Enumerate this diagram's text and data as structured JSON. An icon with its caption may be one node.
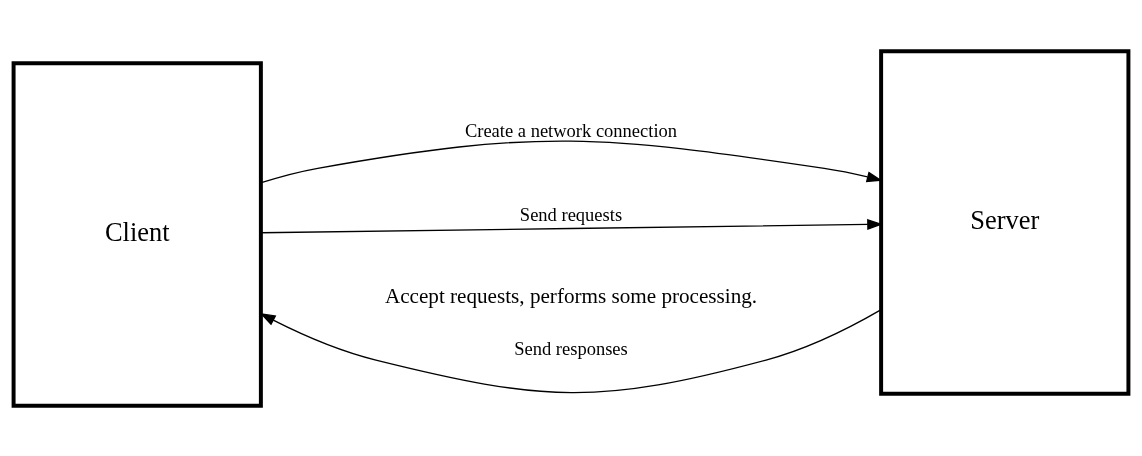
{
  "diagram": {
    "nodes": [
      {
        "text": [
          "Client"
        ]
      },
      {
        "text": [
          "Server"
        ]
      }
    ],
    "edges": [
      {
        "from": 0,
        "to": 1,
        "arrow": "to",
        "label": "Create a network connection"
      },
      {
        "from": 0,
        "to": 1,
        "arrow": "to",
        "label": "Send requests"
      },
      {
        "from": 1,
        "to": 0,
        "arrow": "to",
        "label": "Send responses"
      }
    ],
    "labels": [
      "Accept requests, performs some processing."
    ]
  }
}
